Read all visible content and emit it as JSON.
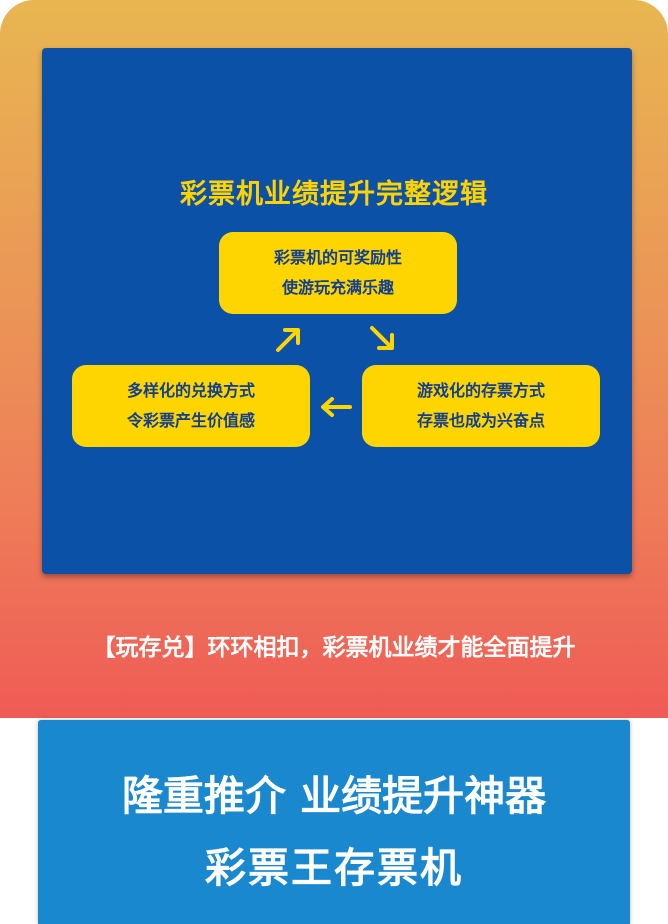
{
  "logic": {
    "title": "彩票机业绩提升完整逻辑",
    "top_box": {
      "line1": "彩票机的可奖励性",
      "line2": "使游玩充满乐趣"
    },
    "right_box": {
      "line1": "游戏化的存票方式",
      "line2": "存票也成为兴奋点"
    },
    "left_box": {
      "line1": "多样化的兑换方式",
      "line2": "令彩票产生价值感"
    }
  },
  "tagline": "【玩存兑】环环相扣，彩票机业绩才能全面提升",
  "promo": {
    "line1": "隆重推介 业绩提升神器",
    "line2": "彩票王存票机"
  },
  "colors": {
    "panel_blue": "#0c51a8",
    "box_yellow": "#ffd500",
    "title_yellow": "#ffd200",
    "box_text": "#113e91",
    "promo_blue": "#1a88cf"
  }
}
